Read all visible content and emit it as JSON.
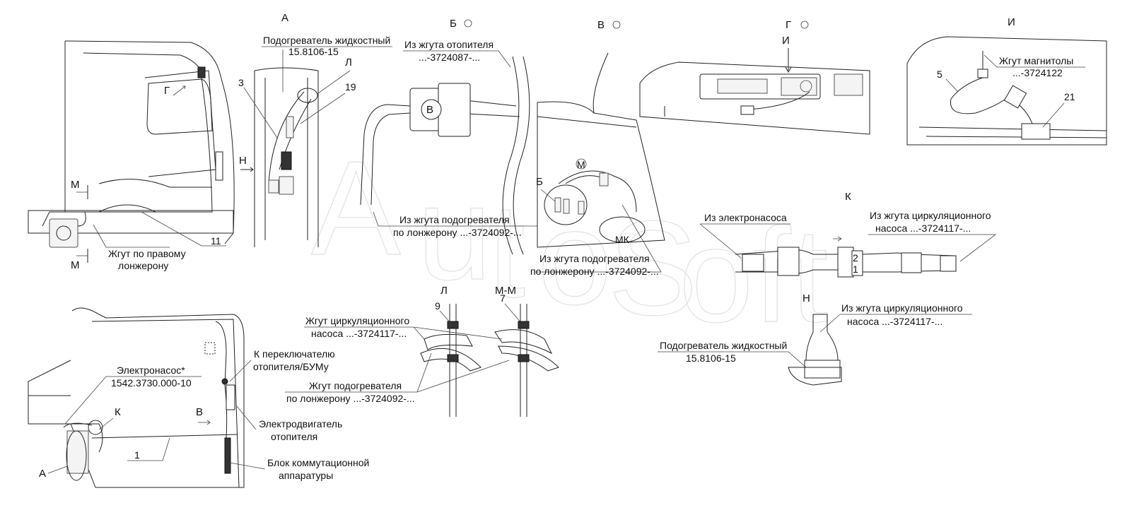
{
  "views": {
    "a": "А",
    "b": "Б",
    "v": "В",
    "g": "Г",
    "i": "И",
    "k": "К",
    "l": "Л",
    "mm": "М-М",
    "n": "Н",
    "m": "М",
    "mk": "МК"
  },
  "labels": {
    "heater_liquid": "Подогреватель жидкостный",
    "heater_model": "15.8106-15",
    "from_heater_harness": "Из жгута отопителя",
    "heater_harness_num": "...-3724087-...",
    "radio_harness": "Жгут магнитолы",
    "radio_harness_num": "...-3724122",
    "from_longeron_harness": "Из жгута подогревателя",
    "longeron_harness_num": "по лонжерону ...-3724092-...",
    "right_longeron_1": "Жгут по правому",
    "right_longeron_2": "лонжерону",
    "from_electropump": "Из электронасоса",
    "from_circ_pump_1": "Из жгута циркуляционного",
    "from_circ_pump_2": "насоса ...-3724117-...",
    "circ_pump_harness_1": "Жгут циркуляционного",
    "circ_pump_harness_2": "насоса ...-3724117-...",
    "heater_harness_1": "Жгут подогревателя",
    "heater_harness_2": "по лонжерону ...-3724092-...",
    "electropump_1": "Электронасос*",
    "electropump_2": "1542.3730.000-10",
    "switch_1": "К переключателю",
    "switch_2": "отопителя/БУМу",
    "motor_1": "Электродвигатель",
    "motor_2": "отопителя",
    "block_1": "Блок коммутационной",
    "block_2": "аппаратуры",
    "connector_letter": "В"
  },
  "callouts": {
    "n1": "1",
    "n3": "3",
    "n5": "5",
    "n7": "7",
    "n9": "9",
    "n11": "11",
    "n19": "19",
    "n21": "21",
    "n2": "2",
    "n1b": "1"
  },
  "watermark": "AutoSoft"
}
